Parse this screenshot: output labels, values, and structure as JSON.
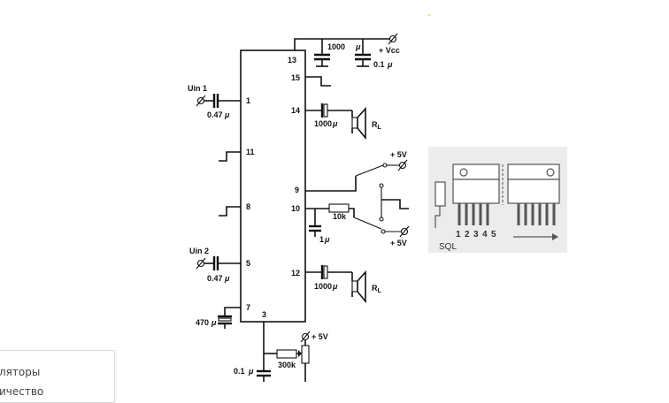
{
  "schematic": {
    "ic_pins_left": [
      "1",
      "11",
      "8",
      "5",
      "7"
    ],
    "ic_pins_right": [
      "13",
      "15",
      "14",
      "9",
      "10",
      "12"
    ],
    "ic_pin_bottom": "3",
    "input_1": "Uin 1",
    "input_2": "Uin 2",
    "cap_in1": "0.47",
    "cap_in2": "0.47",
    "unit_mu": "μ",
    "cap_supply_big": "1000",
    "cap_supply_small": "0.1",
    "supply_label": "+ Vcc",
    "cap_out1": "1000",
    "cap_out2": "1000",
    "speaker_label": "R",
    "speaker_sub": "L",
    "switch_supply_1": "+ 5V",
    "switch_supply_2": "+ 5V",
    "resistor_10k": "10k",
    "cap_pin10": "1",
    "cap_pin7": "470",
    "cap_pin3": "0.1",
    "resistor_300k": "300k",
    "pot_supply": "+ 5V"
  },
  "package": {
    "name": "SQL",
    "pin_numbers": [
      "1",
      "2",
      "3",
      "4",
      "5"
    ]
  },
  "popup_menu": {
    "items": [
      "ляторы",
      "ичество"
    ]
  },
  "colors": {
    "ink": "#111111",
    "package_bg": "#ececec",
    "popup_border": "#d9d9d9"
  }
}
